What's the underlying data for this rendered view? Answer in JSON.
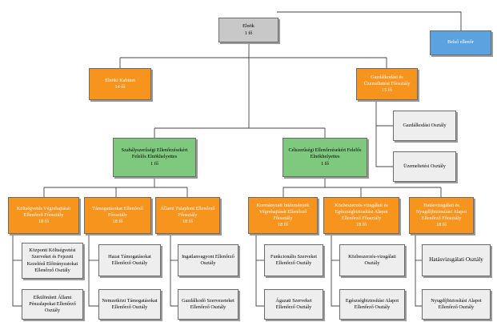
{
  "nodes": {
    "elnok": {
      "name": "Elnök",
      "staff": "1 fő"
    },
    "belso": {
      "name": "Belső ellenőr"
    },
    "kabinet": {
      "name": "Elnöki Kabinet",
      "staff": "14 fő"
    },
    "gazd_foo": {
      "name": "Gazdálkodási és Üzemeltetési Főosztály",
      "staff": "15 fő"
    },
    "gazd_oszt": {
      "name": "Gazdálkodási Osztály"
    },
    "uzem_oszt": {
      "name": "Üzemeltetési Osztály"
    },
    "szab_eh": {
      "name": "Szabályszerűségi Ellenőrzésekért Felelős Elnökhelyettes",
      "staff": "1 fő"
    },
    "cel_eh": {
      "name": "Célszerűségi Ellenőrzésekért Felelős Elnökhelyettes",
      "staff": "1 fő"
    },
    "kolts_foo": {
      "name": "Költségvetés Végrehajtását Ellenőrző Főosztály",
      "staff": "18 fő"
    },
    "tam_foo": {
      "name": "Támogatásokat Ellenőrző Főosztály",
      "staff": "18 fő"
    },
    "allami_foo": {
      "name": "Állami Tulajdont Ellenőrző Főosztály",
      "staff": "18 fő"
    },
    "korm_foo": {
      "name": "Kormányzati Intézmények Végrehajtását Ellenőrző Főosztály",
      "staff": "18 fő"
    },
    "kozb_foo": {
      "name": "Közbeszerzés-vizsgálati és Egészségbiztosítási Alapot Ellenőrző Főosztály",
      "staff": "18 fő"
    },
    "hat_foo": {
      "name": "Hatásvizsgálati és Nyugdíjbiztosítási Alapot Ellenőrző Főosztály",
      "staff": "18 fő"
    },
    "kozp_oszt": {
      "name": "Központi Költségvetési Szerveket és Fejezeti Kezelésű Előirányzatokat Ellenőrző Osztály"
    },
    "elkul_oszt": {
      "name": "Elkülönített Állami Pénzalapokat Ellenőrző Osztály"
    },
    "hazai_oszt": {
      "name": "Hazai Támogatásokat Ellenőrző Osztály"
    },
    "nemz_oszt": {
      "name": "Nemzetközi Támogatásokat Ellenőrző Osztály"
    },
    "ingatlan_oszt": {
      "name": "Ingatlanvagyont Ellenőrző Osztály"
    },
    "gazdalkodo_oszt": {
      "name": "Gazdálkodó Szervezeteket Ellenőrző Osztály"
    },
    "funk_oszt": {
      "name": "Funkcionális Szerveket Ellenőrző Osztály"
    },
    "agazati_oszt": {
      "name": "Ágazati Szerveket Ellenőrző Osztály"
    },
    "kozbviz_oszt": {
      "name": "Közbeszerzés-vizsgálati Osztály"
    },
    "egeszseg_oszt": {
      "name": "Egészségbiztosítási Alapot Ellenőrző Osztály"
    },
    "hatviz_oszt": {
      "name": "Hatásvizsgálati Osztály"
    },
    "nyugdij_oszt": {
      "name": "Nyugdíjbiztosítási Alapot Ellenőrző Osztály"
    }
  },
  "colors": {
    "top": "#c8c8c8",
    "auditor": "#5ba3e0",
    "main_department": "#f7941d",
    "deputy": "#7fc97f",
    "unit": "#eeeeee",
    "line": "#444444"
  }
}
